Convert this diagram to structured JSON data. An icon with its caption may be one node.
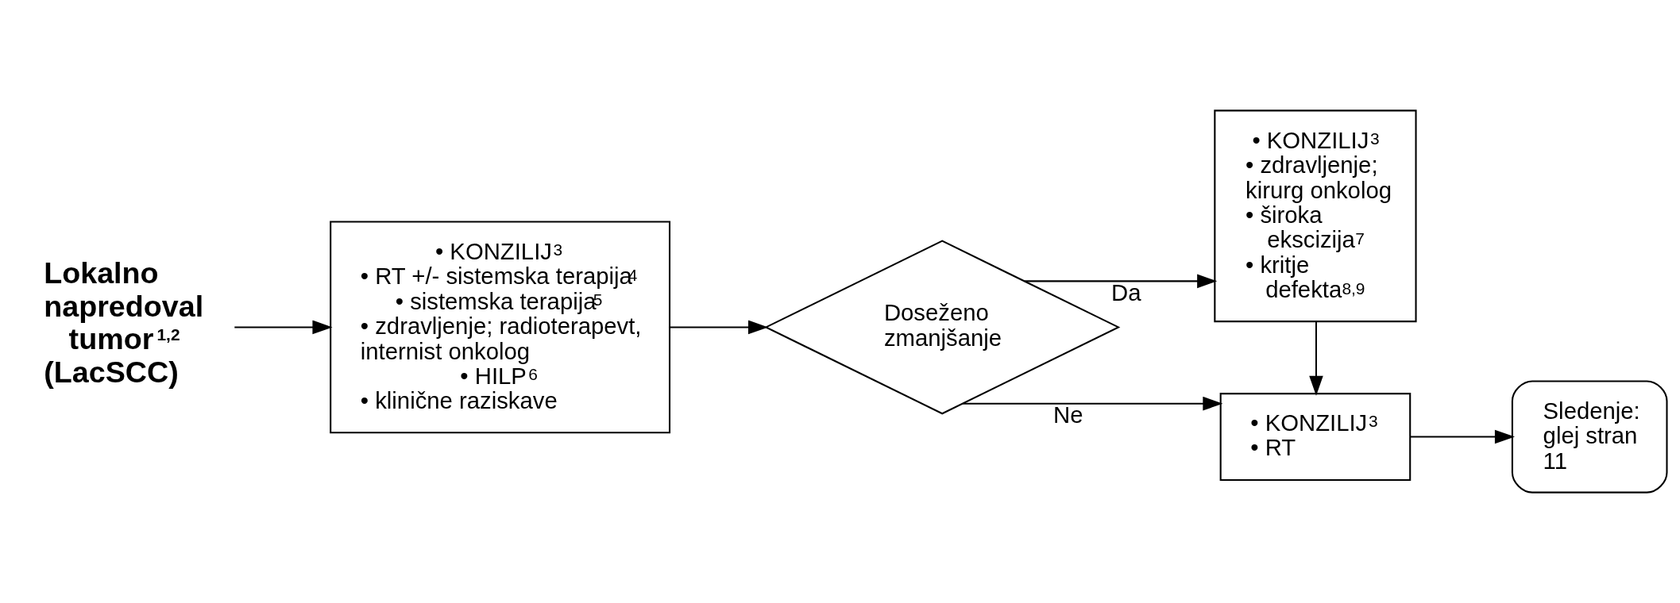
{
  "diagram": {
    "nodes": [
      {
        "text": [
          "Lokalno napredoval tumor$^{1,2}$ (LacSCC)"
        ]
      },
      {
        "text": [
          "• KONZILIJ$^{3}$",
          "• RT +/- sistemska terapija$^{4}$",
          "• sistemska terapija$^{5}$",
          "• zdravljenje; radioterapevt, internist onkolog",
          "• HILP$^{6}$",
          "• klinične raziskave"
        ]
      },
      {
        "text": [
          "Doseženo zmanjšanje"
        ]
      },
      {
        "text": [
          "• KONZILIJ$^{3}$",
          "• zdravljenje; kirurg onkolog",
          "• široka ekscizija$^{7}$",
          "• kritje defekta$^{8,9}$"
        ]
      },
      {
        "text": [
          "• KONZILIJ$^{3}$",
          "• RT"
        ]
      },
      {
        "text": [
          "Sledenje: glej stran 11"
        ]
      }
    ],
    "edges": [
      {
        "from": 0,
        "to": 1,
        "arrow": "to"
      },
      {
        "from": 1,
        "to": 2,
        "arrow": "to"
      },
      {
        "from": 2,
        "to": 3,
        "arrow": "to",
        "label": "Da"
      },
      {
        "from": 2,
        "to": 4,
        "arrow": "to",
        "label": "Ne"
      },
      {
        "from": 3,
        "to": 4,
        "arrow": "to"
      },
      {
        "from": 4,
        "to": 5,
        "arrow": "to"
      }
    ]
  }
}
